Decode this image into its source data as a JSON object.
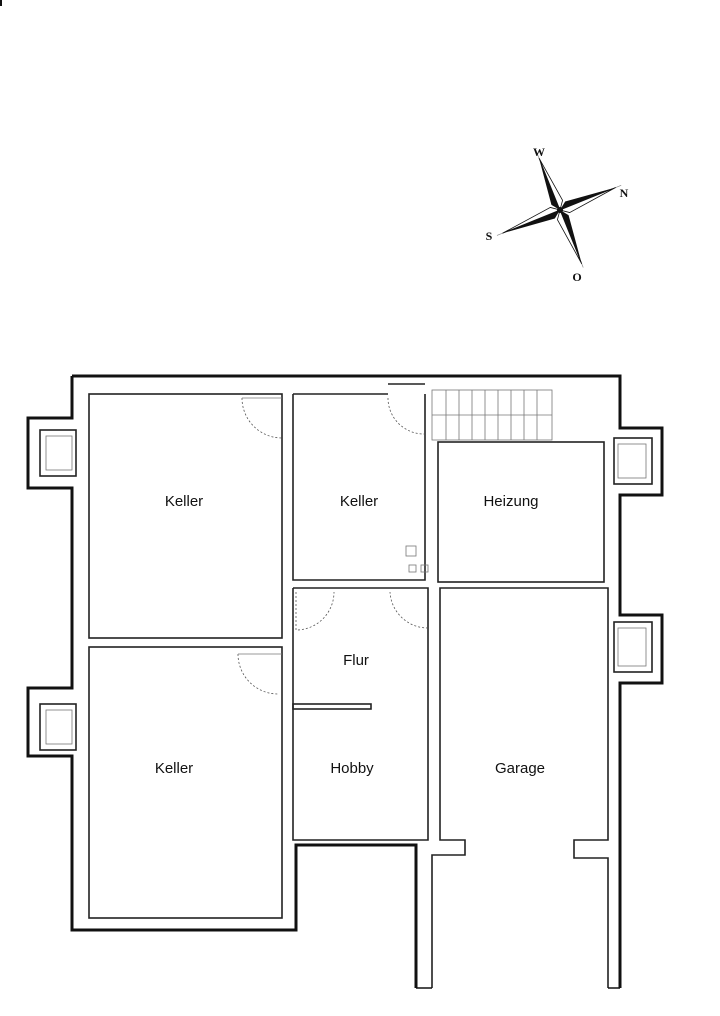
{
  "floorplan": {
    "rooms": [
      {
        "id": "keller-top-left",
        "label": "Keller"
      },
      {
        "id": "keller-top-middle",
        "label": "Keller"
      },
      {
        "id": "heizung",
        "label": "Heizung"
      },
      {
        "id": "keller-bottom-left",
        "label": "Keller"
      },
      {
        "id": "flur",
        "label": "Flur"
      },
      {
        "id": "hobby",
        "label": "Hobby"
      },
      {
        "id": "garage",
        "label": "Garage"
      }
    ]
  },
  "compass": {
    "north": "N",
    "south": "S",
    "west": "W",
    "east": "O"
  }
}
